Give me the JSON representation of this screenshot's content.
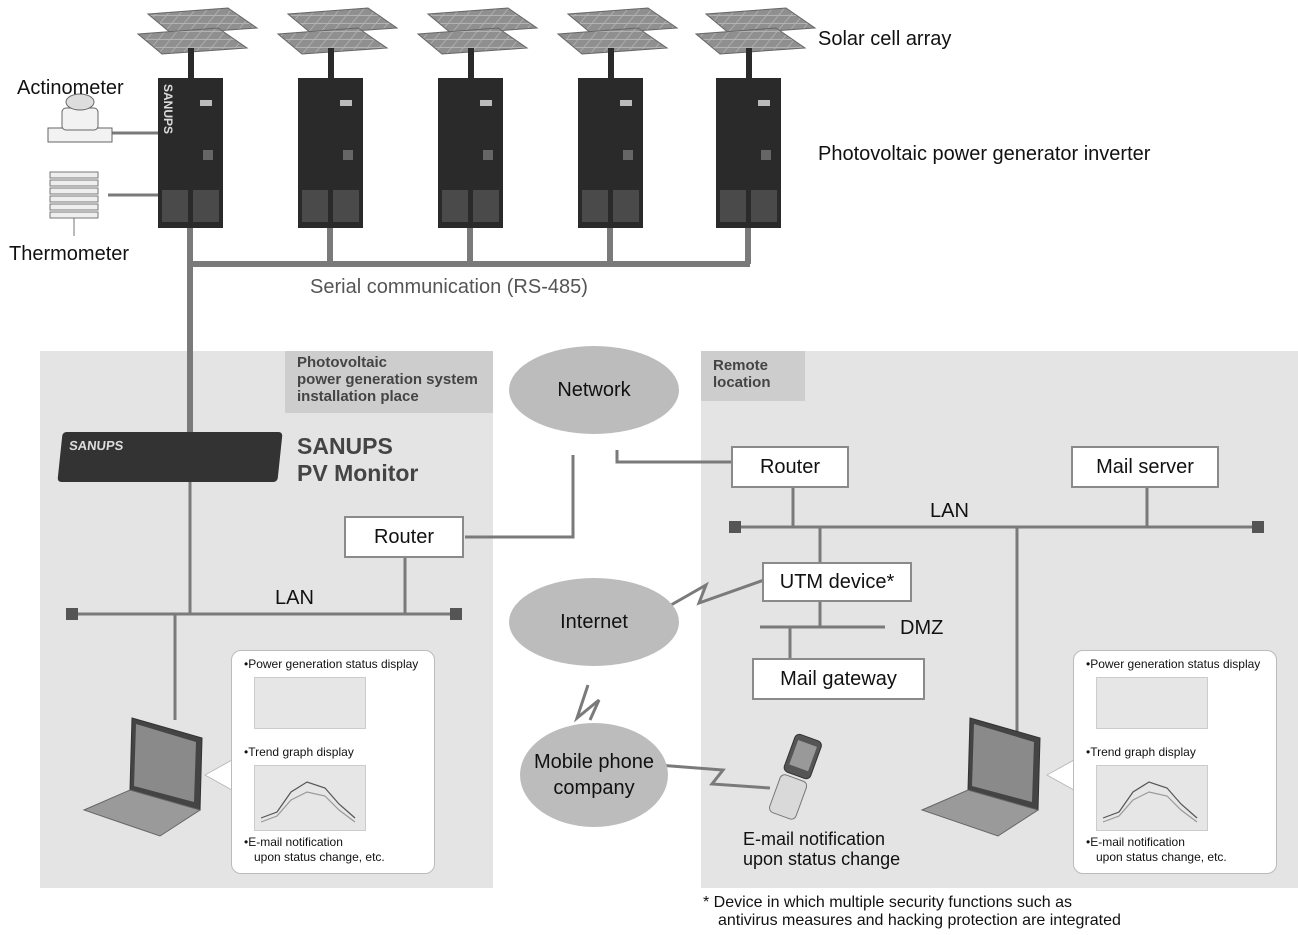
{
  "labels": {
    "solar_array": "Solar cell array",
    "inverter": "Photovoltaic power generator inverter",
    "actinometer": "Actinometer",
    "thermometer": "Thermometer",
    "serial": "Serial communication (RS-485)",
    "brand": "SANUPS",
    "monitor_brand": "SANUPS",
    "monitor_name": "PV Monitor",
    "lan_left": "LAN",
    "lan_right": "LAN",
    "dmz": "DMZ",
    "mobile_notification_line1": "E-mail notification",
    "mobile_notification_line2": "upon status change",
    "footnote_line1": "* Device in which multiple security functions such as",
    "footnote_line2": "antivirus measures and hacking protection are integrated"
  },
  "zones": {
    "installation_tag_line1": "Photovoltaic",
    "installation_tag_line2": "power generation system",
    "installation_tag_line3": "installation place",
    "remote_tag_line1": "Remote",
    "remote_tag_line2": "location"
  },
  "clouds": {
    "network": "Network",
    "internet": "Internet",
    "mobile_line1": "Mobile phone",
    "mobile_line2": "company"
  },
  "boxes": {
    "router_left": "Router",
    "router_right": "Router",
    "mail_server": "Mail server",
    "utm": "UTM device*",
    "mail_gateway": "Mail gateway"
  },
  "callout": {
    "item1": "•Power generation status display",
    "item2": "•Trend graph display",
    "item3_line1": "•E-mail notification",
    "item3_line2": "upon status change, etc."
  },
  "colors": {
    "zone_bg": "#e4e4e4",
    "line": "#7a7a7a",
    "inverter": "#2a2a2a",
    "cloud": "#bcbcbc"
  }
}
